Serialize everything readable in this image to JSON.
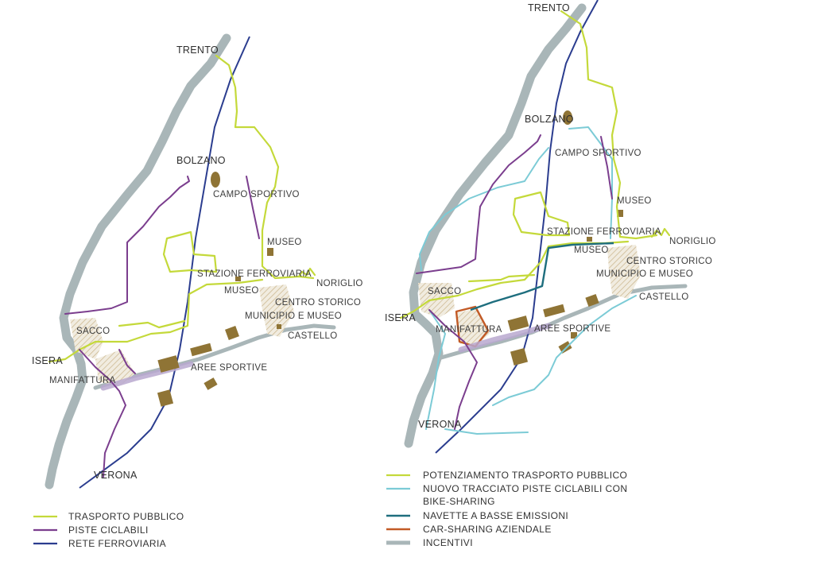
{
  "left_map": {
    "labels": {
      "trento": "TRENTO",
      "bolzano": "BOLZANO",
      "campo_sportivo": "CAMPO SPORTIVO",
      "museo": "MUSEO",
      "stazione": "STAZIONE FERROVIARIA",
      "museo2": "MUSEO",
      "noriglio": "NORIGLIO",
      "centro_storico": "CENTRO STORICO",
      "municipio": "MUNICIPIO E MUSEO",
      "castello": "CASTELLO",
      "sacco": "SACCO",
      "isera": "ISERA",
      "manifattura": "MANIFATTURA",
      "aree_sportive": "AREE SPORTIVE",
      "verona": "VERONA"
    },
    "legend": [
      {
        "label": "TRASPORTO PUBBLICO",
        "color": "#c4d93a"
      },
      {
        "label": "PISTE CICLABILI",
        "color": "#7b3e8e"
      },
      {
        "label": "RETE FERROVIARIA",
        "color": "#2b3d8f"
      }
    ]
  },
  "right_map": {
    "labels": {
      "trento": "TRENTO",
      "bolzano": "BOLZANO",
      "campo_sportivo": "CAMPO SPORTIVO",
      "museo": "MUSEO",
      "stazione": "STAZIONE FERROVIARIA",
      "noriglio": "NORIGLIO",
      "museo2": "MUSEO",
      "centro_storico": "CENTRO STORICO",
      "municipio": "MUNICIPIO E MUSEO",
      "castello": "CASTELLO",
      "sacco": "SACCO",
      "isera": "ISERA",
      "manifattura": "MANIFATTURA",
      "aree_sportive": "AREE SPORTIVE",
      "verona": "VERONA"
    },
    "legend": [
      {
        "label": "POTENZIAMENTO TRASPORTO PUBBLICO",
        "color": "#c4d93a"
      },
      {
        "label": "NUOVO TRACCIATO PISTE CICLABILI CON",
        "color": "#7ccbd6"
      },
      {
        "label": "BIKE-SHARING",
        "color": ""
      },
      {
        "label": "NAVETTE A BASSE EMISSIONI",
        "color": "#1e6e7e"
      },
      {
        "label": "CAR-SHARING AZIENDALE",
        "color": "#c25a26"
      },
      {
        "label": "INCENTIVI",
        "color": "#a9b6b8"
      }
    ]
  }
}
